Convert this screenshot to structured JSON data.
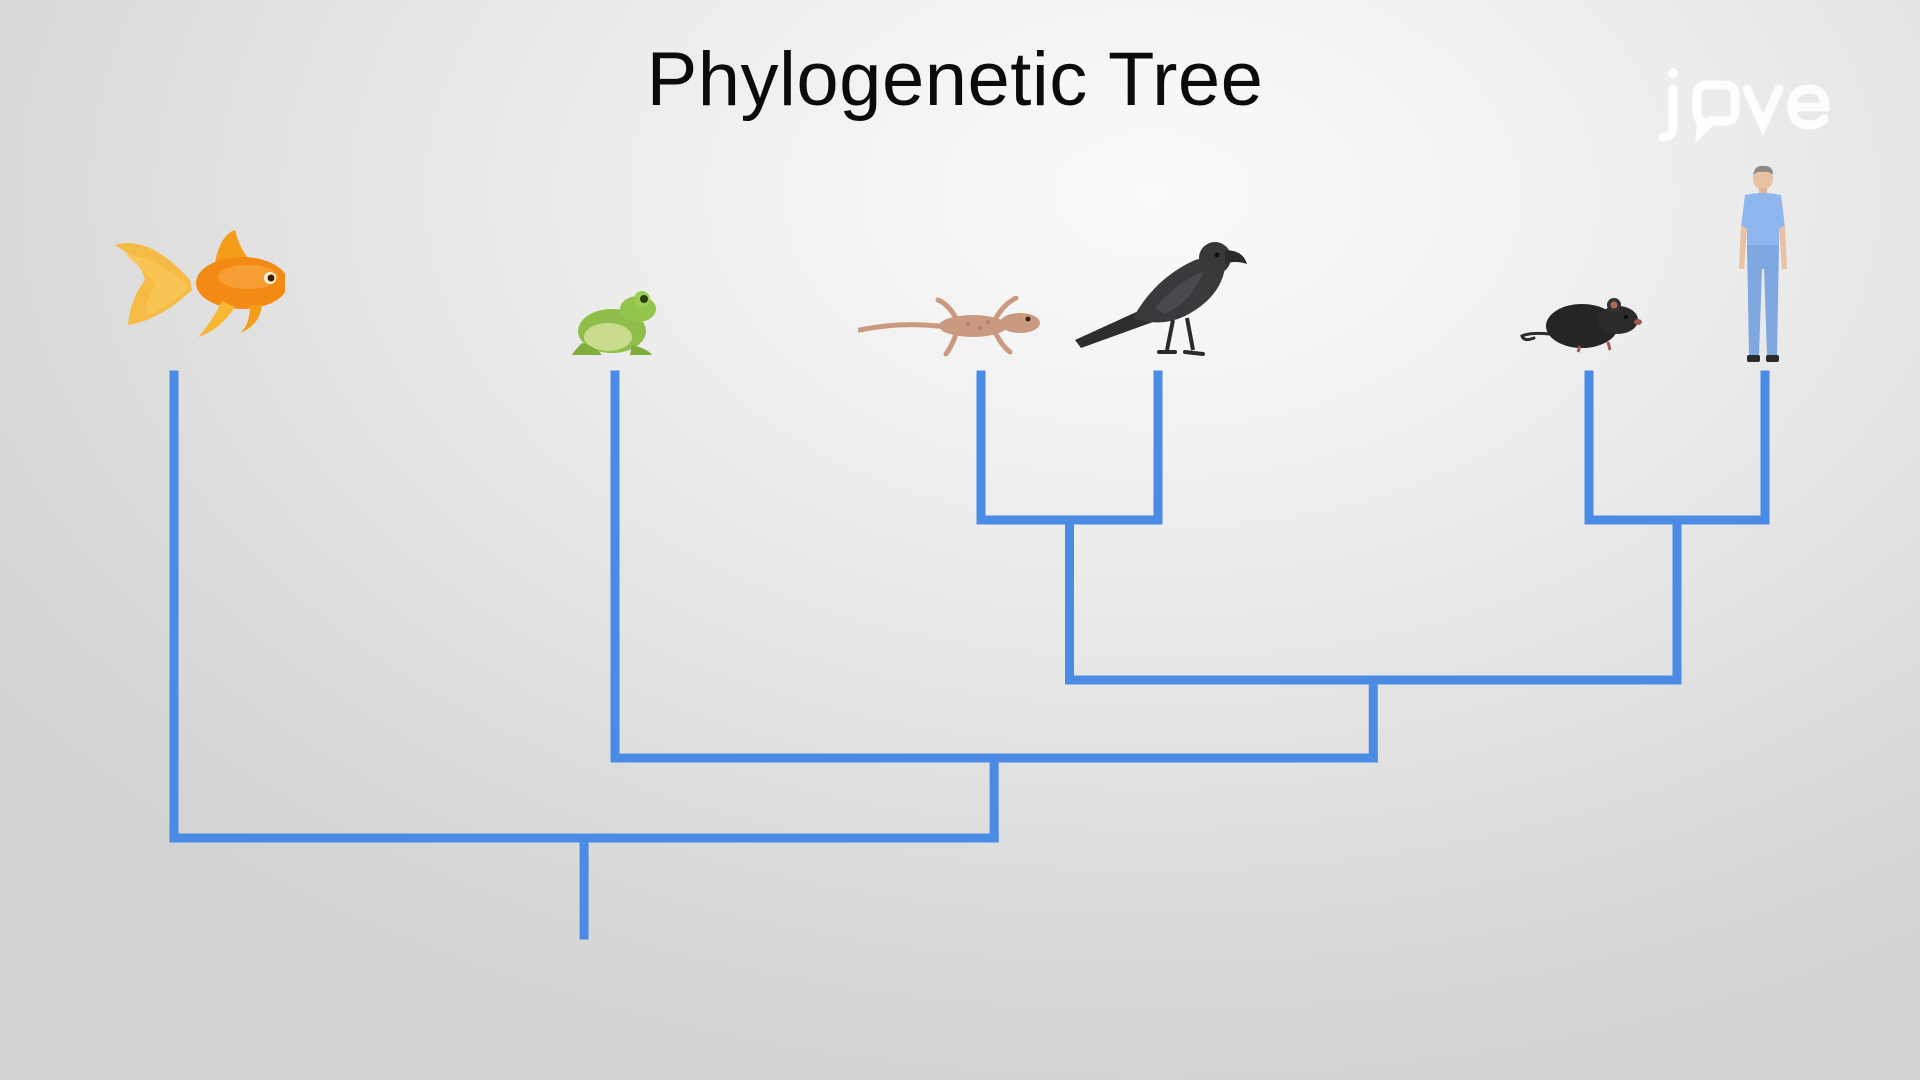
{
  "title": "Phylogenetic Tree",
  "logo": {
    "text": "jove",
    "icon": "jove-logo"
  },
  "colors": {
    "branch": "#4a8be6",
    "title": "#0b0b0b"
  },
  "organisms": [
    {
      "name": "fish",
      "icon": "goldfish-icon"
    },
    {
      "name": "frog",
      "icon": "frog-icon"
    },
    {
      "name": "lizard",
      "icon": "lizard-icon"
    },
    {
      "name": "bird",
      "icon": "crow-icon"
    },
    {
      "name": "mouse",
      "icon": "mouse-icon"
    },
    {
      "name": "human",
      "icon": "human-icon"
    }
  ],
  "tree": {
    "topology": "(fish,(frog,((lizard,bird),(mouse,human))))"
  }
}
